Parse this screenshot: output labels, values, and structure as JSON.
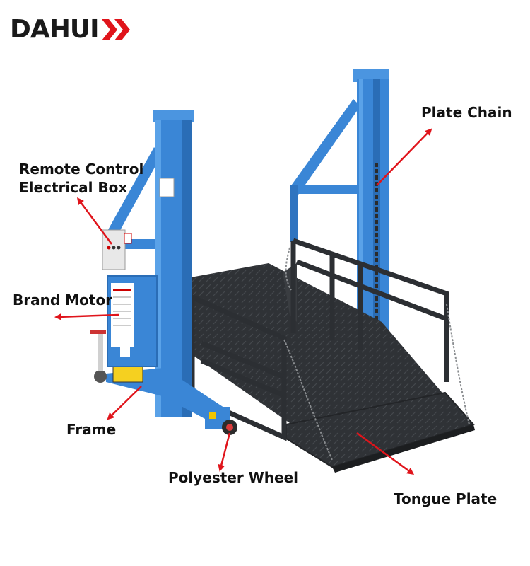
{
  "brand": {
    "name": "DAHUI",
    "accent_color": "#e0141b",
    "icon": "chevron-right-icon"
  },
  "labels": {
    "plate_chain": "Plate Chain",
    "remote_control_line1": "Remote Control",
    "remote_control_line2": "Electrical Box",
    "brand_motor": "Brand Motor",
    "frame": "Frame",
    "polyester_wheel": "Polyester Wheel",
    "tongue_plate": "Tongue Plate"
  },
  "colors": {
    "frame_blue": "#3a86d6",
    "platform_dark": "#34373b",
    "arrow_red": "#e0141b"
  }
}
